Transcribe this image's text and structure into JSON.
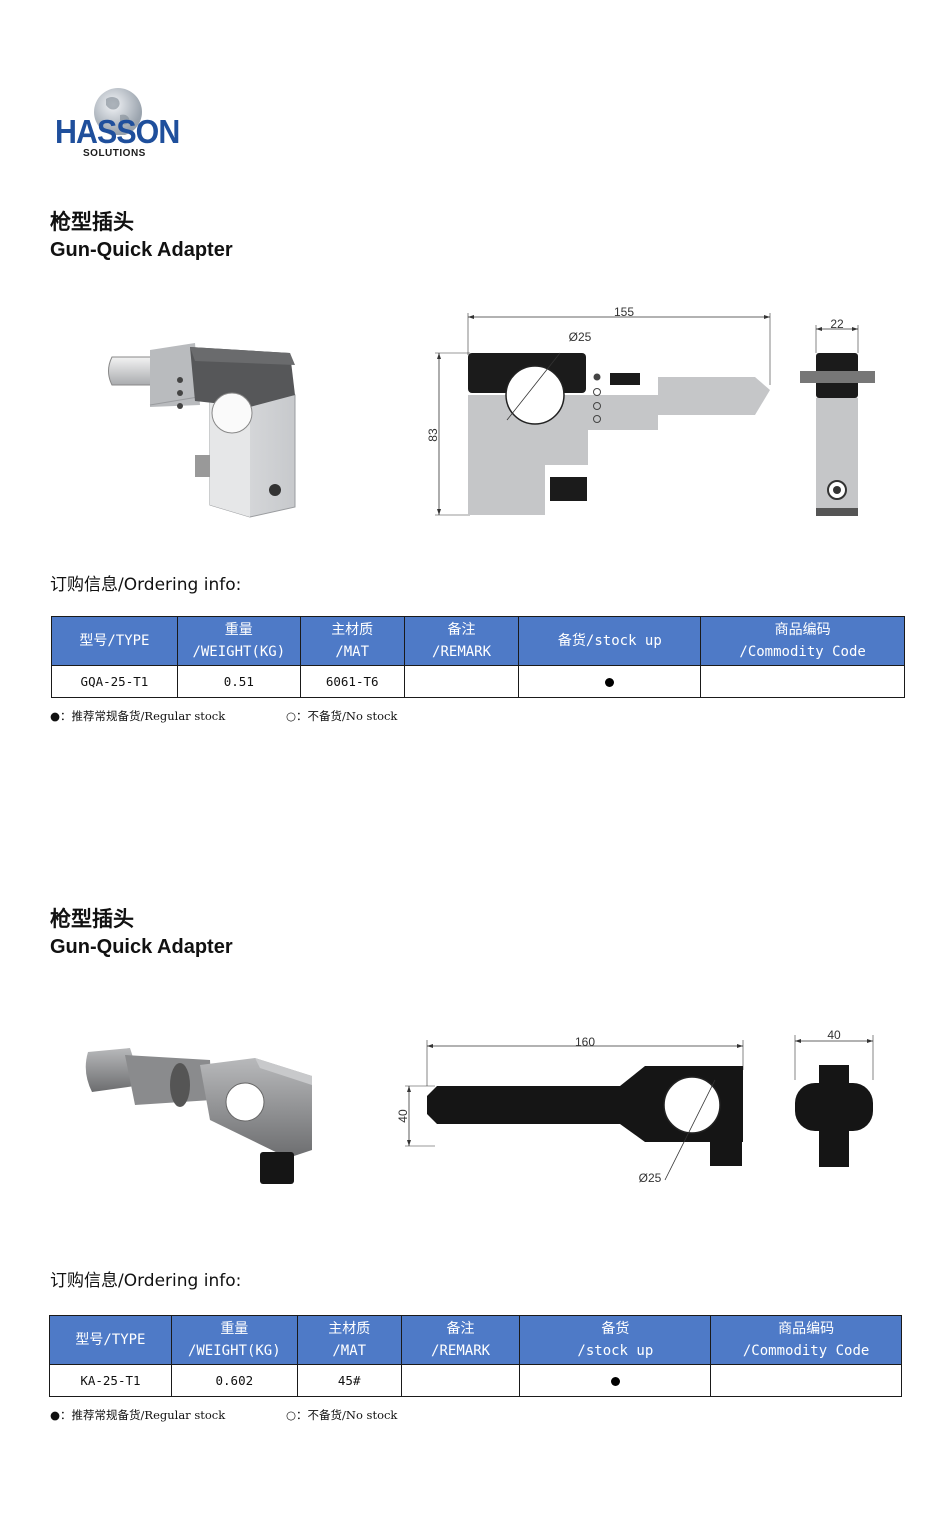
{
  "logo": {
    "word": "HASSON",
    "sub": "SOLUTIONS",
    "icon": "globe-icon"
  },
  "sections": [
    {
      "title_cn": "枪型插头",
      "title_en": "Gun-Quick Adapter",
      "dims": {
        "length": "155",
        "diameter": "Ø25",
        "height": "83",
        "width": "22"
      },
      "order_title": "订购信息/Ordering info:",
      "headers": [
        {
          "l1": "型号/TYPE",
          "l2": ""
        },
        {
          "l1": "重量",
          "l2": "/WEIGHT(KG)"
        },
        {
          "l1": "主材质",
          "l2": "/MAT"
        },
        {
          "l1": "备注",
          "l2": "/REMARK"
        },
        {
          "l1": "备货/stock up",
          "l2": ""
        },
        {
          "l1": "商品编码",
          "l2": "/Commodity Code"
        }
      ],
      "row": {
        "type": "GQA-25-T1",
        "weight": "0.51",
        "mat": "6061-T6",
        "remark": "",
        "stock": "regular",
        "code": ""
      },
      "legend": {
        "regular": "●：推荐常规备货/Regular stock",
        "none": "○：不备货/No stock"
      }
    },
    {
      "title_cn": "枪型插头",
      "title_en": "Gun-Quick Adapter",
      "dims": {
        "length": "160",
        "diameter": "Ø25",
        "height": "40",
        "width": "40"
      },
      "order_title": "订购信息/Ordering info:",
      "headers": [
        {
          "l1": "型号/TYPE",
          "l2": ""
        },
        {
          "l1": "重量",
          "l2": "/WEIGHT(KG)"
        },
        {
          "l1": "主材质",
          "l2": "/MAT"
        },
        {
          "l1": "备注",
          "l2": "/REMARK"
        },
        {
          "l1": "备货",
          "l2": "/stock up"
        },
        {
          "l1": "商品编码",
          "l2": "/Commodity Code"
        }
      ],
      "row": {
        "type": "KA-25-T1",
        "weight": "0.602",
        "mat": "45#",
        "remark": "",
        "stock": "regular",
        "code": ""
      },
      "legend": {
        "regular": "●：推荐常规备货/Regular stock",
        "none": "○：不备货/No stock"
      }
    }
  ],
  "colors": {
    "header_bg": "#4e7ac7",
    "logo_blue": "#1f4f9c",
    "aluminum": "#d4d5d7",
    "black_part": "#1a1a1a"
  }
}
